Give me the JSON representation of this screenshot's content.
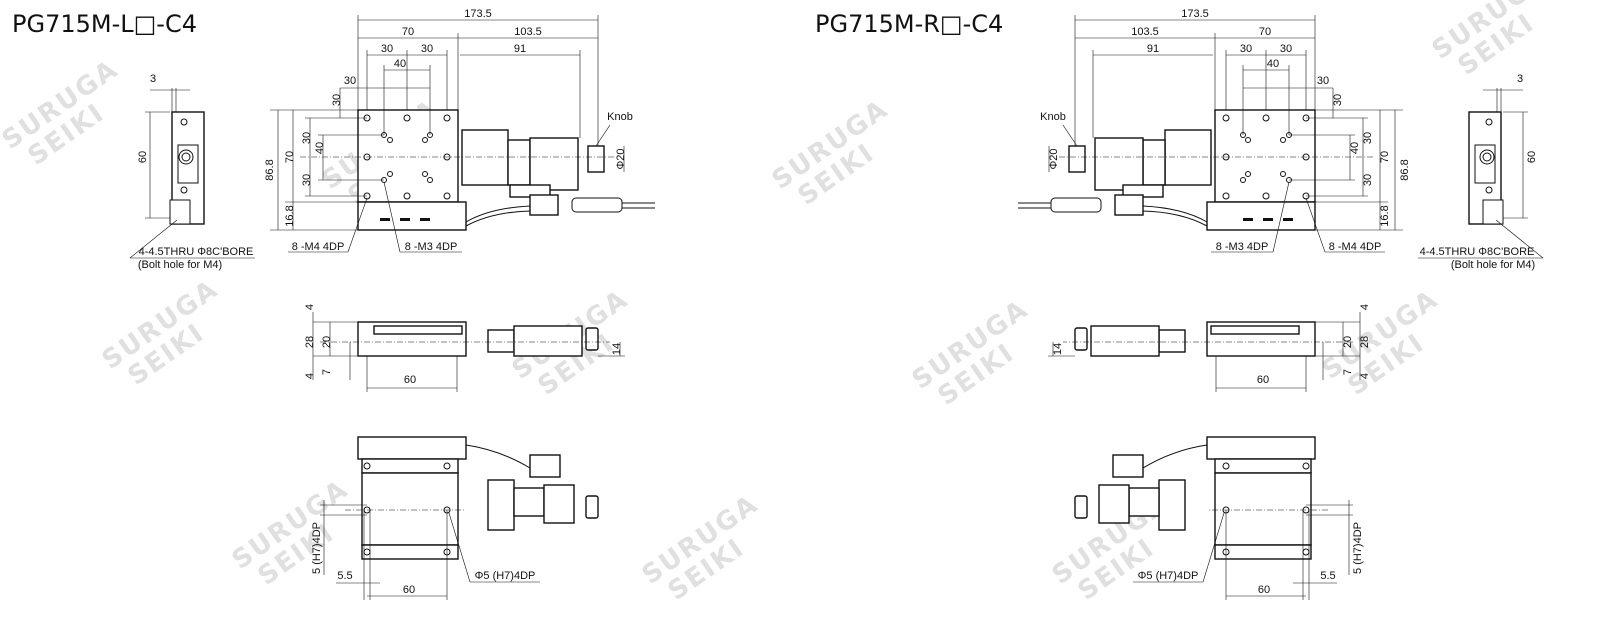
{
  "left": {
    "title": "PG715M-L□-C4"
  },
  "right": {
    "title": "PG715M-R□-C4"
  },
  "dims": {
    "overall": "173.5",
    "w70": "70",
    "w103": "103.5",
    "w91": "91",
    "d30a": "30",
    "d30b": "30",
    "d40": "40",
    "v30": "30",
    "v30b": "30",
    "h86": "86.8",
    "h70": "70",
    "h30a": "30",
    "h40": "40",
    "h30b": "30",
    "h16": "16.8",
    "side3": "3",
    "side60": "60",
    "knob": "Knob",
    "phi20": "Φ20",
    "m4": "8 -M4 4DP",
    "m3": "8 -M3 4DP",
    "bolt": "4-4.5THRU Φ8C'BORE",
    "bolt2": "(Bolt hole for M4)",
    "s4a": "4",
    "s28": "28",
    "s20": "20",
    "s4b": "4",
    "s7": "7",
    "s60": "60",
    "s14": "14",
    "b60": "60",
    "b55": "5.5",
    "bh7": "5 (H7)4DP",
    "bphi": "Φ5 (H7)4DP"
  },
  "watermark": {
    "line1": "SURUGA",
    "line2": "SEIKI"
  }
}
